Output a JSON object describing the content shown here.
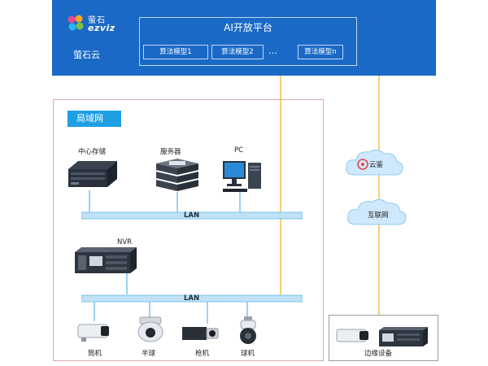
{
  "platform": {
    "brand_cn": "萤石",
    "brand_en": "ezviz",
    "name": "萤石云",
    "ai_title": "AI开放平台",
    "models": [
      "算法模型1",
      "算法模型2",
      "算法模型n"
    ],
    "ellipsis": "…",
    "colors": {
      "banner": "#1b69c6",
      "lan_tag": "#1d9fe4",
      "link": "#f0c040"
    }
  },
  "lan": {
    "title": "局域网",
    "devices_top": [
      "中心存储",
      "服务器",
      "PC"
    ],
    "lan_label_1": "LAN",
    "nvr_label": "NVR",
    "lan_label_2": "LAN",
    "cameras": [
      "筒机",
      "半球",
      "枪机",
      "球机"
    ]
  },
  "cloud": {
    "yunjian": "云鉴",
    "internet": "互联网"
  },
  "edge": {
    "label": "边缘设备"
  }
}
